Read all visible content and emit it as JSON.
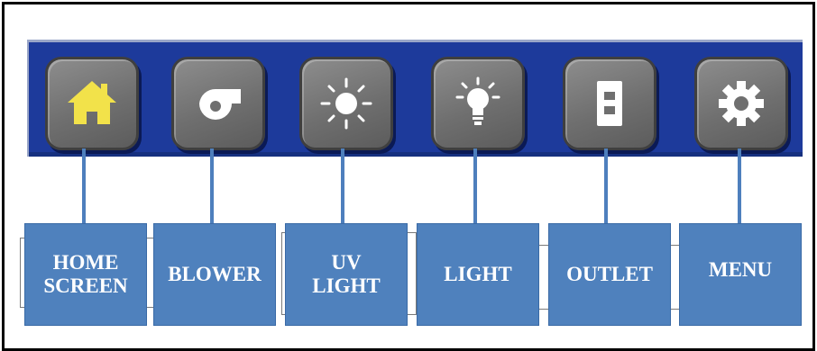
{
  "toolbar": {
    "buttons": [
      {
        "icon": "home-icon",
        "icon_color": "#f2e24a"
      },
      {
        "icon": "blower-icon",
        "icon_color": "#ffffff"
      },
      {
        "icon": "uv-light-sun-icon",
        "icon_color": "#ffffff"
      },
      {
        "icon": "light-bulb-icon",
        "icon_color": "#ffffff"
      },
      {
        "icon": "outlet-icon",
        "icon_color": "#ffffff"
      },
      {
        "icon": "gear-icon",
        "icon_color": "#ffffff"
      }
    ],
    "background_color": "#1d3a9b",
    "button_color": "#7a7a7a"
  },
  "labels": [
    {
      "text": "HOME\nSCREEN"
    },
    {
      "text": "BLOWER"
    },
    {
      "text": "UV\nLIGHT"
    },
    {
      "text": "LIGHT"
    },
    {
      "text": "OUTLET"
    },
    {
      "text": "MENU"
    }
  ],
  "colors": {
    "label_box": "#4f81bd",
    "connector": "#4e7fbd",
    "label_text": "#ffffff"
  }
}
